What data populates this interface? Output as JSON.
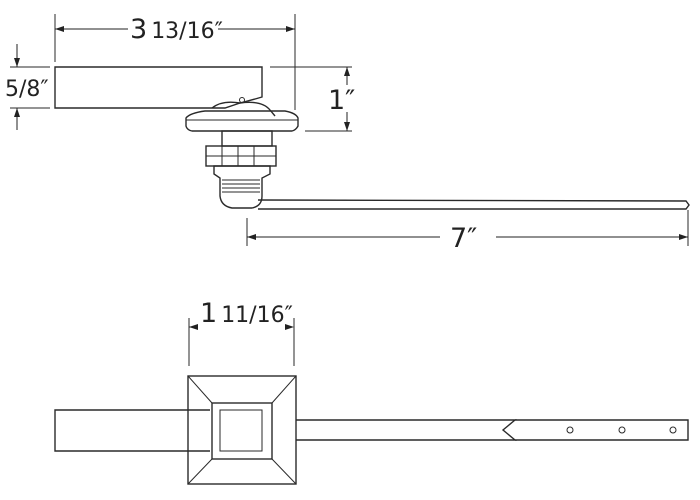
{
  "side_view": {
    "width_whole": "3",
    "width_fraction": "13/16″",
    "lever_thickness": "5/8″",
    "flange_height": "1″",
    "arm_length": "7″"
  },
  "top_view": {
    "width_whole": "1",
    "width_fraction": "11/16″"
  }
}
